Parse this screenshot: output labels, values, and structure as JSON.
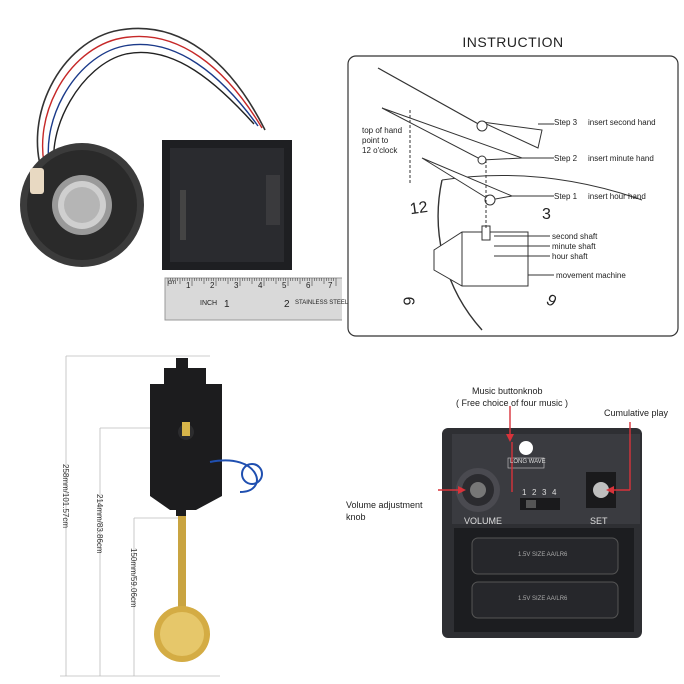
{
  "instruction": {
    "title": "INSTRUCTION",
    "top_note_1": "top of hand",
    "top_note_2": "point to",
    "top_note_3": "12 o'clock",
    "step3": "Step 3",
    "step3_text": "insert second hand",
    "step2": "Step 2",
    "step2_text": "insert minute hand",
    "step1": "Step 1",
    "step1_text": "insert hour hand",
    "second_shaft": "second shaft",
    "minute_shaft": "minute shaft",
    "hour_shaft": "hour shaft",
    "movement": "movement  machine",
    "num12": "12",
    "num3": "3",
    "num9": "9",
    "num6": "6"
  },
  "ruler": {
    "label_inch": "INCH",
    "label_stainless": "STAINLESS STEEL",
    "label_cm": "cm",
    "numbers": [
      "1",
      "2",
      "3",
      "4",
      "5",
      "6",
      "7"
    ],
    "inch_numbers": [
      "1",
      "2"
    ]
  },
  "dimensions": {
    "d1": "258mm/101.57cm",
    "d2": "214mm/83.86cm",
    "d3": "150mm/59.06cm"
  },
  "box_annotations": {
    "music_knob": "Music buttonknob",
    "music_knob_sub": "( Free choice of four music )",
    "cumulative": "Cumulative play",
    "volume_adj": "Volume adjustment",
    "volume_adj_2": "knob",
    "volume_label": "VOLUME",
    "set_label": "SET",
    "brand": "LONG WAVE",
    "switch_nums": [
      "1",
      "2",
      "3",
      "4"
    ],
    "battery_text": "1.5V  SIZE AA/LR6"
  },
  "colors": {
    "red_annot": "#d8333a",
    "box_dark": "#2e2f33",
    "brass": "#c9a441"
  }
}
